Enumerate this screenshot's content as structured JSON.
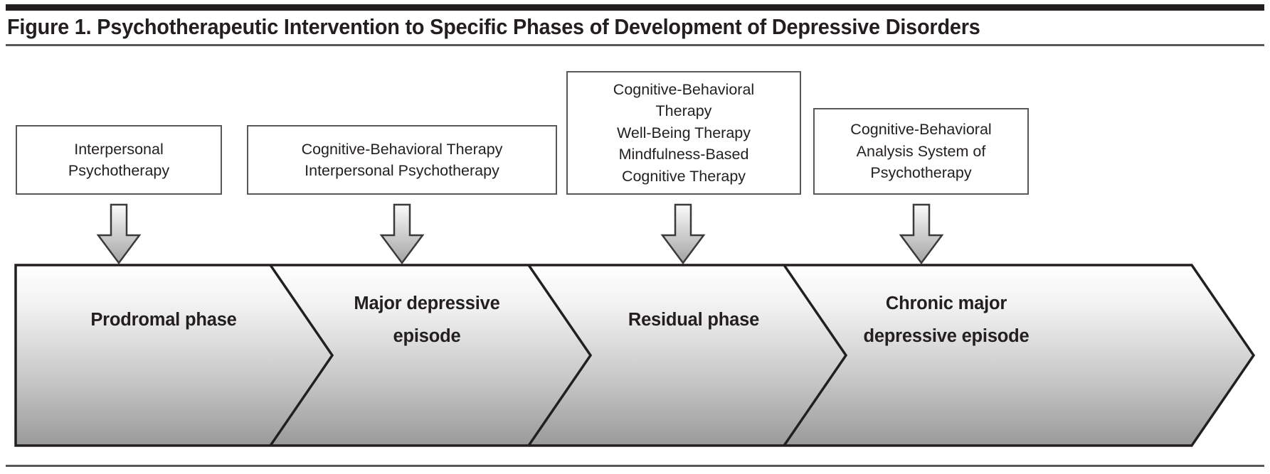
{
  "figure": {
    "title": "Figure 1. Psychotherapeutic Intervention to Specific Phases of Development of Depressive Disorders",
    "colors": {
      "rule_dark": "#231f20",
      "rule_gray": "#58595b",
      "box_border": "#58595b",
      "banner_gradient_top": "#ffffff",
      "banner_gradient_bottom": "#9a9a9a",
      "arrow_gradient_top": "#f4f4f4",
      "arrow_gradient_bottom": "#a6a6a6",
      "text": "#231f20"
    }
  },
  "therapy_boxes": [
    {
      "id": "interpersonal-psychotherapy",
      "text": "Interpersonal\nPsychotherapy"
    },
    {
      "id": "cbt-and-ipt",
      "text": "Cognitive-Behavioral Therapy\nInterpersonal Psychotherapy"
    },
    {
      "id": "cbt-wbt-mbct",
      "text": "Cognitive-Behavioral\nTherapy\nWell-Being Therapy\nMindfulness-Based\nCognitive Therapy"
    },
    {
      "id": "cbasp",
      "text": "Cognitive-Behavioral\nAnalysis System of\nPsychotherapy"
    }
  ],
  "arrows": [
    {
      "id": "arrow-to-prodromal-phase",
      "direction": "down"
    },
    {
      "id": "arrow-to-major-depressive-episode",
      "direction": "down"
    },
    {
      "id": "arrow-to-residual-phase",
      "direction": "down"
    },
    {
      "id": "arrow-to-chronic-major-depressive-episode",
      "direction": "down"
    }
  ],
  "phases": [
    {
      "id": "prodromal-phase",
      "label": "Prodromal phase"
    },
    {
      "id": "major-depressive-episode",
      "label": "Major depressive\nepisode"
    },
    {
      "id": "residual-phase",
      "label": "Residual phase"
    },
    {
      "id": "chronic-major-depressive-episode",
      "label": "Chronic major\ndepressive episode"
    }
  ],
  "chart_data": {
    "type": "diagram",
    "title": "Figure 1. Psychotherapeutic Intervention to Specific Phases of Development of Depressive Disorders",
    "diagram_kind": "chevron-timeline-with-annotation-boxes",
    "stages": [
      {
        "phase": "Prodromal phase",
        "interventions": [
          "Interpersonal Psychotherapy"
        ]
      },
      {
        "phase": "Major depressive episode",
        "interventions": [
          "Cognitive-Behavioral Therapy",
          "Interpersonal Psychotherapy"
        ]
      },
      {
        "phase": "Residual phase",
        "interventions": [
          "Cognitive-Behavioral Therapy",
          "Well-Being Therapy",
          "Mindfulness-Based Cognitive Therapy"
        ]
      },
      {
        "phase": "Chronic major depressive episode",
        "interventions": [
          "Cognitive-Behavioral Analysis System of Psychotherapy"
        ]
      }
    ]
  }
}
